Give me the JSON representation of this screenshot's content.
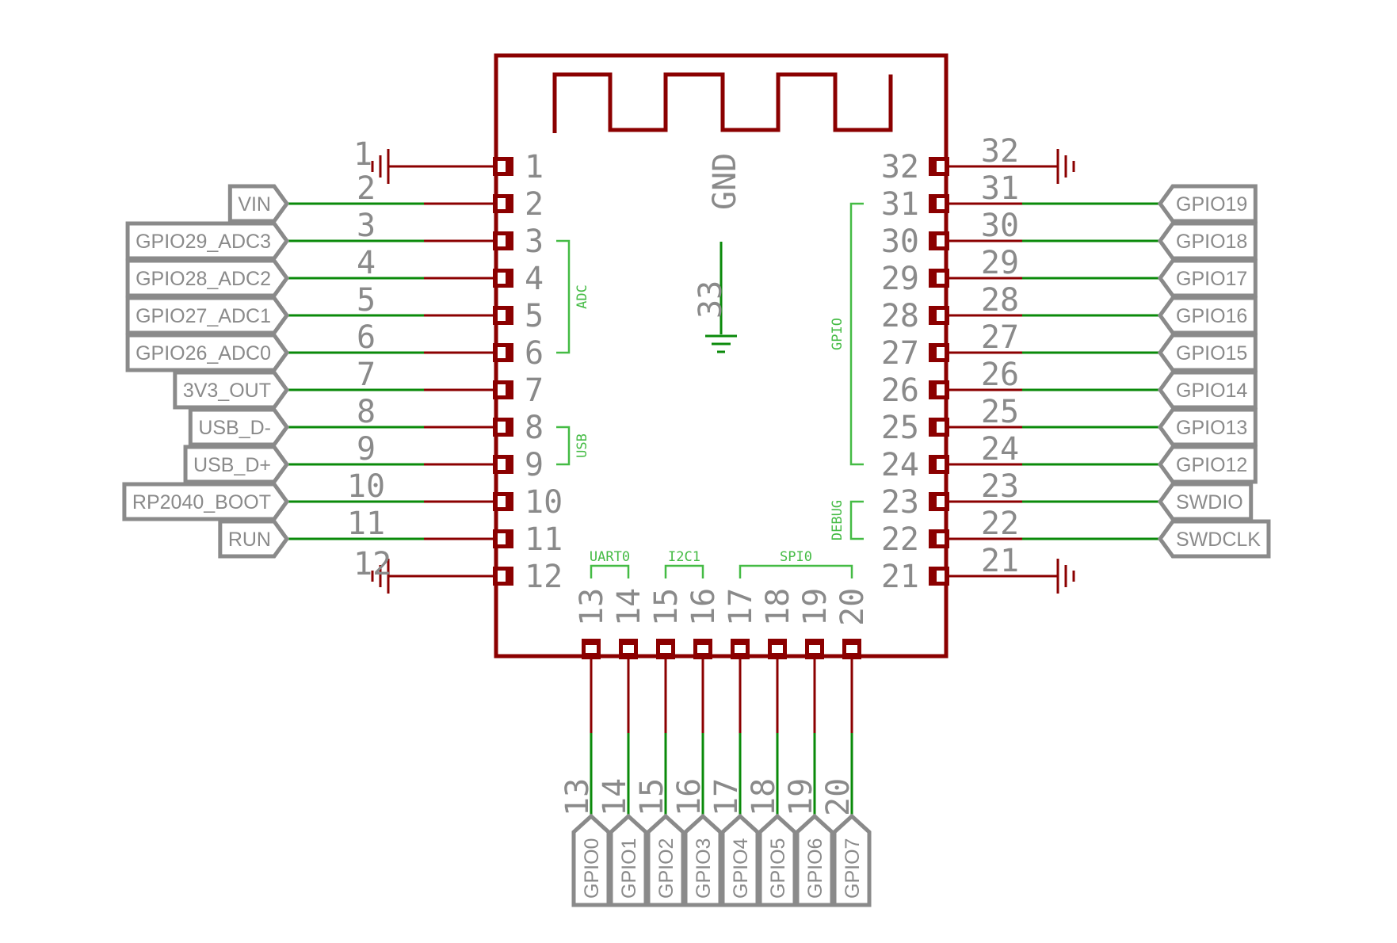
{
  "component": {
    "gnd_label": "GND",
    "center_pin": "33"
  },
  "left_pins": [
    {
      "num": "1",
      "net": "1",
      "label": "",
      "gnd": true
    },
    {
      "num": "2",
      "net": "2",
      "label": "VIN"
    },
    {
      "num": "3",
      "net": "3",
      "label": "GPIO29_ADC3"
    },
    {
      "num": "4",
      "net": "4",
      "label": "GPIO28_ADC2"
    },
    {
      "num": "5",
      "net": "5",
      "label": "GPIO27_ADC1"
    },
    {
      "num": "6",
      "net": "6",
      "label": "GPIO26_ADC0"
    },
    {
      "num": "7",
      "net": "7",
      "label": "3V3_OUT"
    },
    {
      "num": "8",
      "net": "8",
      "label": "USB_D-"
    },
    {
      "num": "9",
      "net": "9",
      "label": "USB_D+"
    },
    {
      "num": "10",
      "net": "10",
      "label": "RP2040_BOOT"
    },
    {
      "num": "11",
      "net": "11",
      "label": "RUN"
    },
    {
      "num": "12",
      "net": "12",
      "label": "",
      "gnd": true
    }
  ],
  "right_pins": [
    {
      "num": "32",
      "net": "32",
      "label": "",
      "gnd": true
    },
    {
      "num": "31",
      "net": "31",
      "label": "GPIO19"
    },
    {
      "num": "30",
      "net": "30",
      "label": "GPIO18"
    },
    {
      "num": "29",
      "net": "29",
      "label": "GPIO17"
    },
    {
      "num": "28",
      "net": "28",
      "label": "GPIO16"
    },
    {
      "num": "27",
      "net": "27",
      "label": "GPIO15"
    },
    {
      "num": "26",
      "net": "26",
      "label": "GPIO14"
    },
    {
      "num": "25",
      "net": "25",
      "label": "GPIO13"
    },
    {
      "num": "24",
      "net": "24",
      "label": "GPIO12"
    },
    {
      "num": "23",
      "net": "23",
      "label": "SWDIO"
    },
    {
      "num": "22",
      "net": "22",
      "label": "SWDCLK"
    },
    {
      "num": "21",
      "net": "21",
      "label": "",
      "gnd": true
    }
  ],
  "bottom_pins": [
    {
      "num": "13",
      "net": "13",
      "label": "GPIO0"
    },
    {
      "num": "14",
      "net": "14",
      "label": "GPIO1"
    },
    {
      "num": "15",
      "net": "15",
      "label": "GPIO2"
    },
    {
      "num": "16",
      "net": "16",
      "label": "GPIO3"
    },
    {
      "num": "17",
      "net": "17",
      "label": "GPIO4"
    },
    {
      "num": "18",
      "net": "18",
      "label": "GPIO5"
    },
    {
      "num": "19",
      "net": "19",
      "label": "GPIO6"
    },
    {
      "num": "20",
      "net": "20",
      "label": "GPIO7"
    }
  ],
  "groups": {
    "adc": "ADC",
    "usb": "USB",
    "gpio": "GPIO",
    "debug": "DEBUG",
    "uart": "UART0",
    "i2c": "I2C1",
    "spi": "SPI0"
  },
  "colors": {
    "component": "#8b0000",
    "wire": "#0a8a0a",
    "label": "#8a8a8a",
    "group": "#44bb44"
  }
}
